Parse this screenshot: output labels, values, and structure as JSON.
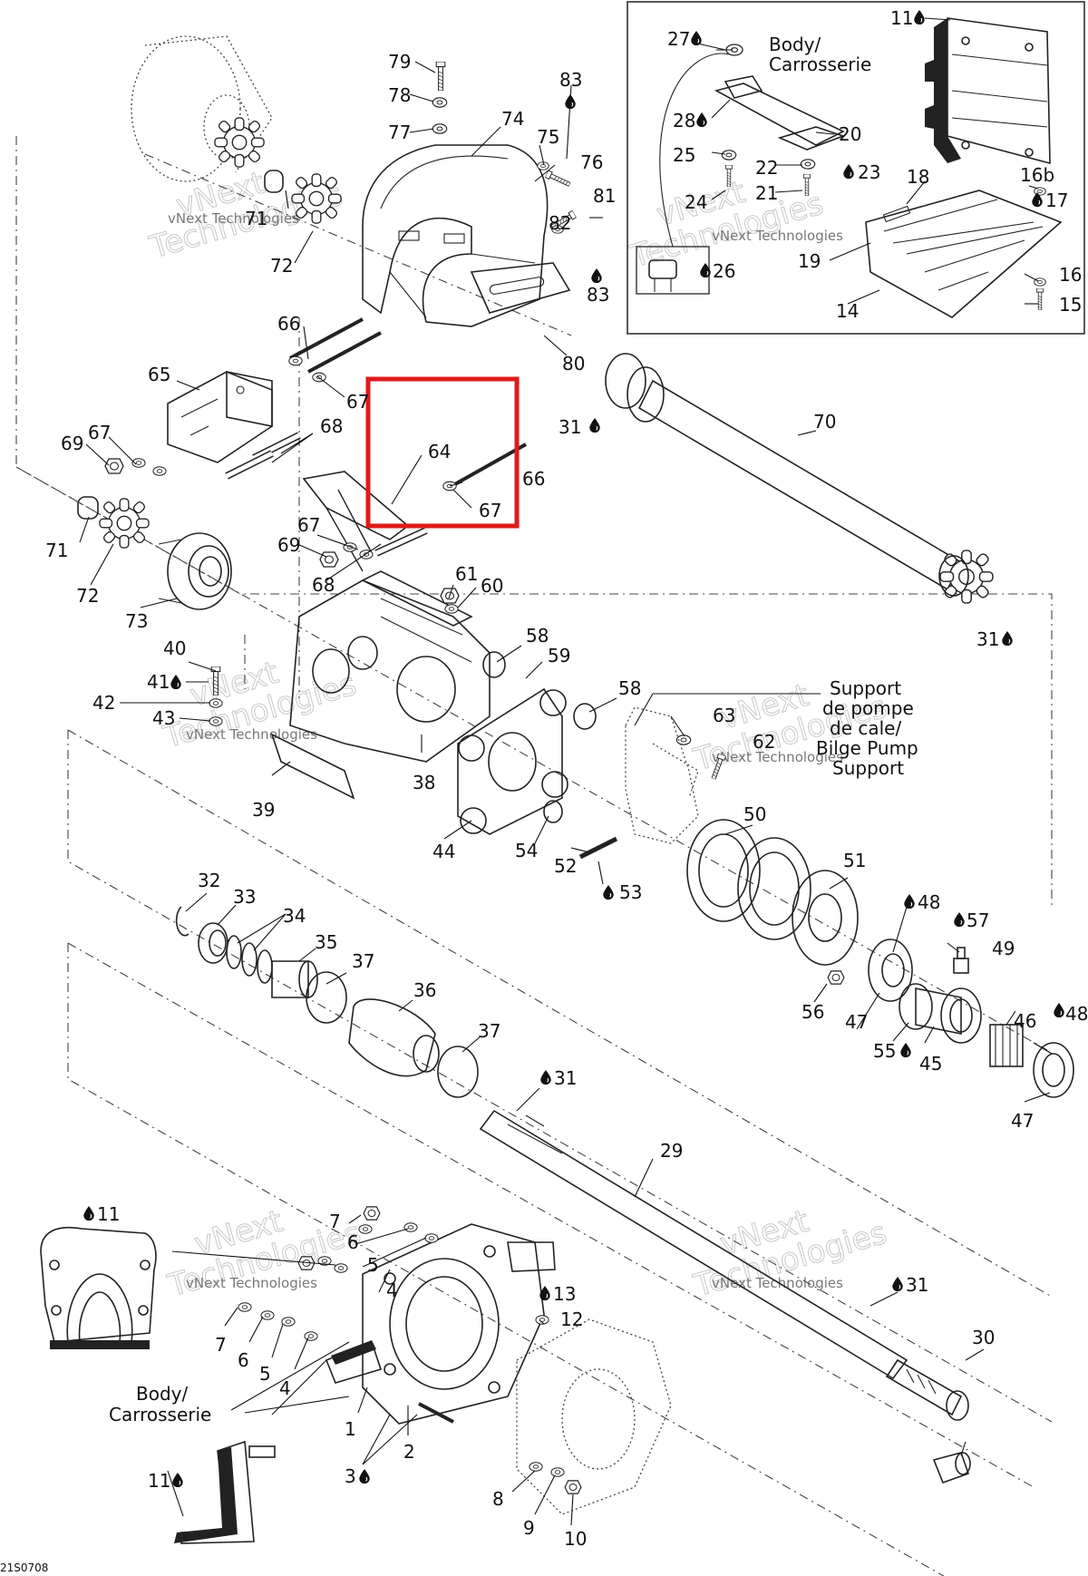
{
  "diagram_code": "21S0708",
  "watermark": {
    "line1": "vNext",
    "line2": "Technologies",
    "full": "vNext Technologies"
  },
  "notes": {
    "body_top": [
      "Body/",
      "Carrosserie"
    ],
    "body_bottom": [
      "Body/",
      "Carrosserie"
    ],
    "bilge": [
      "Support",
      "de pompe",
      "de cale/",
      "Bilge Pump",
      "Support"
    ]
  },
  "highlight": {
    "parts": [
      "64",
      "67"
    ],
    "color": "#e01b1b"
  },
  "labels": {
    "l79": "79",
    "l78": "78",
    "l77": "77",
    "l74": "74",
    "l75": "75",
    "l76": "76",
    "l83a": "83",
    "l82": "82",
    "l81": "81",
    "l83b": "83",
    "l80": "80",
    "l71a": "71",
    "l72a": "72",
    "l66a": "66",
    "l65": "65",
    "l67a": "67",
    "l68a": "68",
    "l67b": "67",
    "l69a": "69",
    "l64": "64",
    "l66b": "66",
    "l67c": "67",
    "l67d": "67",
    "l69b": "69",
    "l68b": "68",
    "l71b": "71",
    "l72b": "72",
    "l73": "73",
    "l61": "61",
    "l60": "60",
    "l58a": "58",
    "l59": "59",
    "l58b": "58",
    "l63": "63",
    "l62": "62",
    "l40": "40",
    "l41": "41",
    "l42": "42",
    "l43": "43",
    "l38": "38",
    "l39": "39",
    "l44": "44",
    "l54": "54",
    "l52": "52",
    "l53": "53",
    "l50": "50",
    "l51": "51",
    "l48a": "48",
    "l57": "57",
    "l49": "49",
    "l56": "56",
    "l47a": "47",
    "l55": "55",
    "l45": "45",
    "l46": "46",
    "l48b": "48",
    "l47b": "47",
    "l32": "32",
    "l33": "33",
    "l34": "34",
    "l35": "35",
    "l37a": "37",
    "l36": "36",
    "l37b": "37",
    "l31a": "31",
    "l29": "29",
    "l31b": "31",
    "l30": "30",
    "l31c": "31",
    "l31d": "31",
    "l70": "70",
    "l11a": "11",
    "l7a": "7",
    "l6a": "6",
    "l5a": "5",
    "l4a": "4",
    "l13": "13",
    "l12": "12",
    "l7b": "7",
    "l6b": "6",
    "l5b": "5",
    "l4b": "4",
    "l1": "1",
    "l2": "2",
    "l3": "3",
    "l8": "8",
    "l9": "9",
    "l10": "10",
    "l11b": "11",
    "l11c": "11",
    "l27": "27",
    "l28": "28",
    "l25": "25",
    "l24": "24",
    "l22": "22",
    "l21": "21",
    "l23": "23",
    "l20": "20",
    "l26": "26",
    "l18": "18",
    "l16b": "16b",
    "l17": "17",
    "l19": "19",
    "l16": "16",
    "l14": "14",
    "l15": "15"
  },
  "icons": {
    "drop": "oil-drop-icon"
  }
}
